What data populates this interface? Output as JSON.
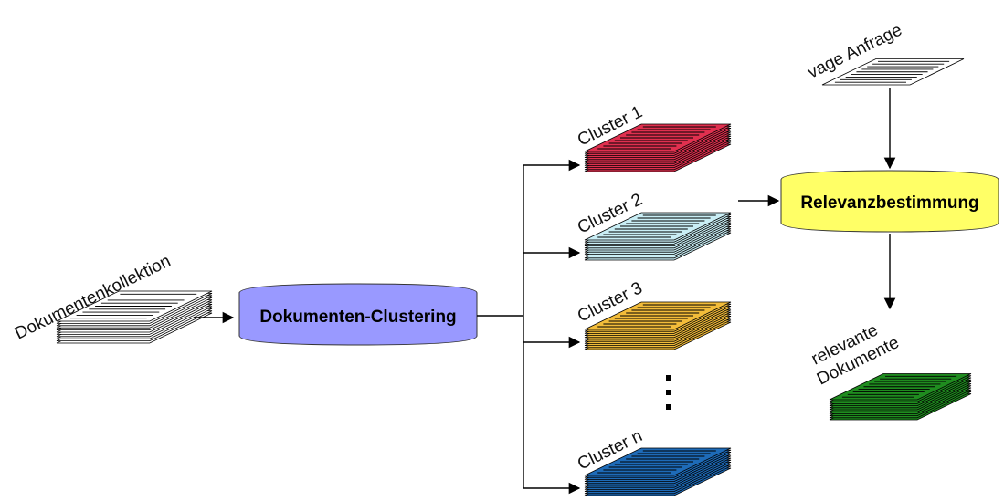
{
  "nodes": {
    "collection": {
      "label": "Dokumentenkollektion",
      "color": "#ffffff"
    },
    "clustering": {
      "label": "Dokumenten-Clustering",
      "color": "#9999ff"
    },
    "relevance": {
      "label": "Relevanzbestimmung",
      "color": "#ffff66"
    },
    "query": {
      "label": "vage Anfrage",
      "color": "#ffffff"
    },
    "relevant_docs": {
      "label": "relevante\nDokumente",
      "line1": "relevante",
      "line2": "Dokumente",
      "color": "#1f8c1f"
    }
  },
  "clusters": [
    {
      "label": "Cluster 1",
      "color": "#e0304f"
    },
    {
      "label": "Cluster 2",
      "color": "#c9eef5"
    },
    {
      "label": "Cluster 3",
      "color": "#f2bc3a"
    },
    {
      "label": "Cluster n",
      "color": "#1e6bb8"
    }
  ],
  "ellipsis": "⋮"
}
